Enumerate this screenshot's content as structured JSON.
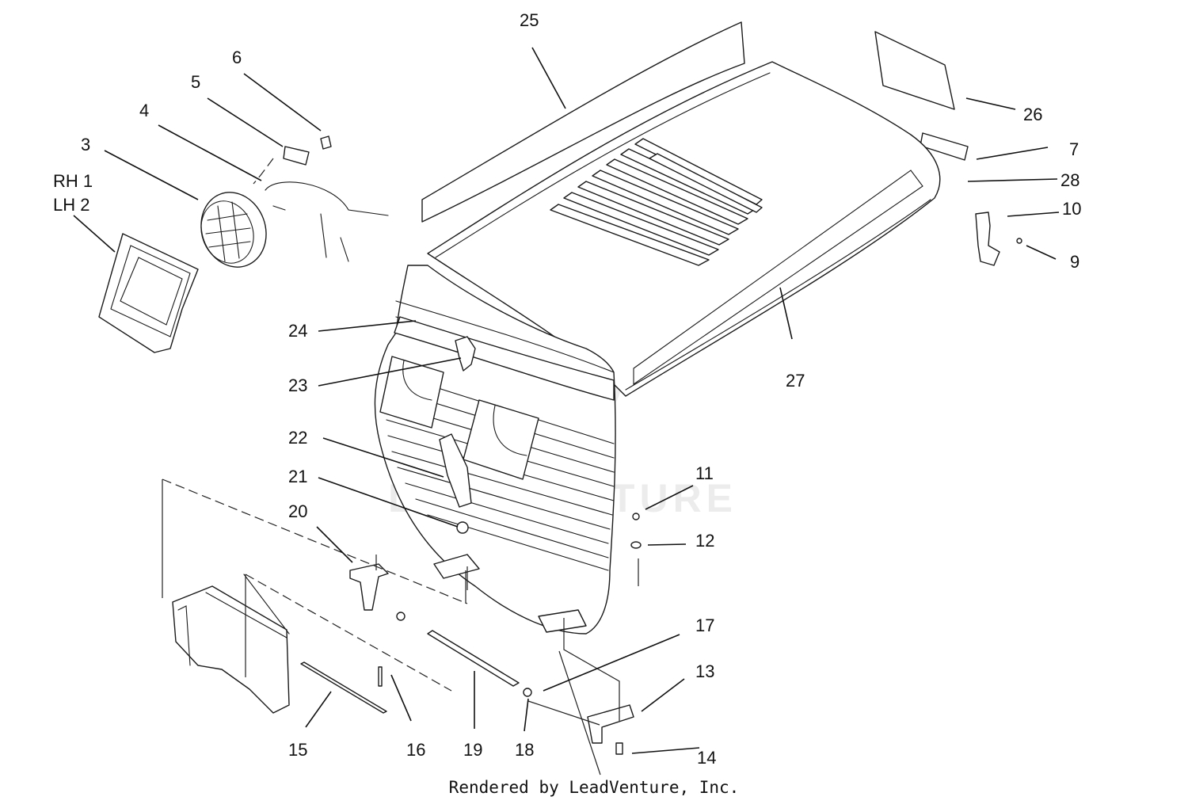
{
  "callouts": [
    {
      "id": "c25",
      "text": "25"
    },
    {
      "id": "c6",
      "text": "6"
    },
    {
      "id": "c5",
      "text": "5"
    },
    {
      "id": "c4",
      "text": "4"
    },
    {
      "id": "c3",
      "text": "3"
    },
    {
      "id": "crh",
      "text": "RH 1"
    },
    {
      "id": "clh",
      "text": "LH 2"
    },
    {
      "id": "c26",
      "text": "26"
    },
    {
      "id": "c7",
      "text": "7"
    },
    {
      "id": "c28",
      "text": "28"
    },
    {
      "id": "c10",
      "text": "10"
    },
    {
      "id": "c9",
      "text": "9"
    },
    {
      "id": "c24",
      "text": "24"
    },
    {
      "id": "c23",
      "text": "23"
    },
    {
      "id": "c27",
      "text": "27"
    },
    {
      "id": "c22",
      "text": "22"
    },
    {
      "id": "c21",
      "text": "21"
    },
    {
      "id": "c20",
      "text": "20"
    },
    {
      "id": "c11",
      "text": "11"
    },
    {
      "id": "c12",
      "text": "12"
    },
    {
      "id": "c17",
      "text": "17"
    },
    {
      "id": "c13",
      "text": "13"
    },
    {
      "id": "c15",
      "text": "15"
    },
    {
      "id": "c16",
      "text": "16"
    },
    {
      "id": "c19",
      "text": "19"
    },
    {
      "id": "c18",
      "text": "18"
    },
    {
      "id": "c14",
      "text": "14"
    }
  ],
  "watermark": "LEADVENTURE",
  "footer": "Rendered by LeadVenture, Inc."
}
